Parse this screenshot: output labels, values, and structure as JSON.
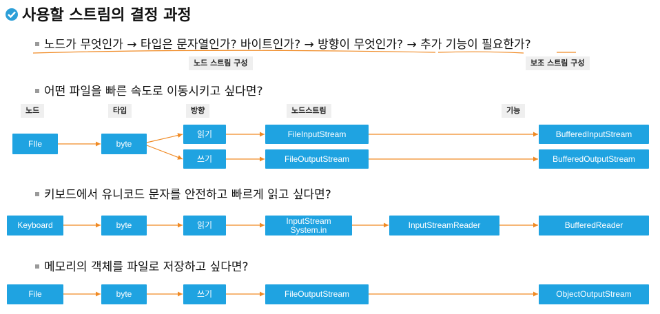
{
  "title": "사용할 스트림의 결정 과정",
  "line1": "노드가 무엇인가 → 타입은 문자열인가? 바이트인가? → 방향이 무엇인가? → 추가 기능이 필요한가?",
  "line1_labels": {
    "node_stream": "노드 스트림 구성",
    "aux_stream": "보조 스트림 구성"
  },
  "scenario1": {
    "question": "어떤 파일을 빠른 속도로 이동시키고 싶다면?",
    "headers": {
      "node": "노드",
      "type": "타입",
      "direction": "방향",
      "node_stream": "노드스트림",
      "feature": "기능"
    },
    "boxes": {
      "node": "FIle",
      "type": "byte",
      "read": "읽기",
      "write": "쓰기",
      "input_stream": "FileInputStream",
      "output_stream": "FileOutputStream",
      "buffered_in": "BufferedInputStream",
      "buffered_out": "BufferedOutputStream"
    }
  },
  "scenario2": {
    "question": "키보드에서 유니코드 문자를 안전하고 빠르게 읽고 싶다면?",
    "boxes": {
      "node": "Keyboard",
      "type": "byte",
      "read": "읽기",
      "stream_line1": "InputStream",
      "stream_line2": "System.in",
      "reader": "InputStreamReader",
      "buffered": "BufferedReader"
    }
  },
  "scenario3": {
    "question": "메모리의 객체를 파일로 저장하고 싶다면?",
    "boxes": {
      "node": "File",
      "type": "byte",
      "write": "쓰기",
      "output_stream": "FileOutputStream",
      "object_out": "ObjectOutputStream"
    }
  },
  "colors": {
    "box": "#1fa3e1",
    "arrow": "#f08a24",
    "underline": "#f08a24",
    "header_bg": "#efefef"
  },
  "icons": {
    "title_bullet": "check-circle-icon"
  }
}
